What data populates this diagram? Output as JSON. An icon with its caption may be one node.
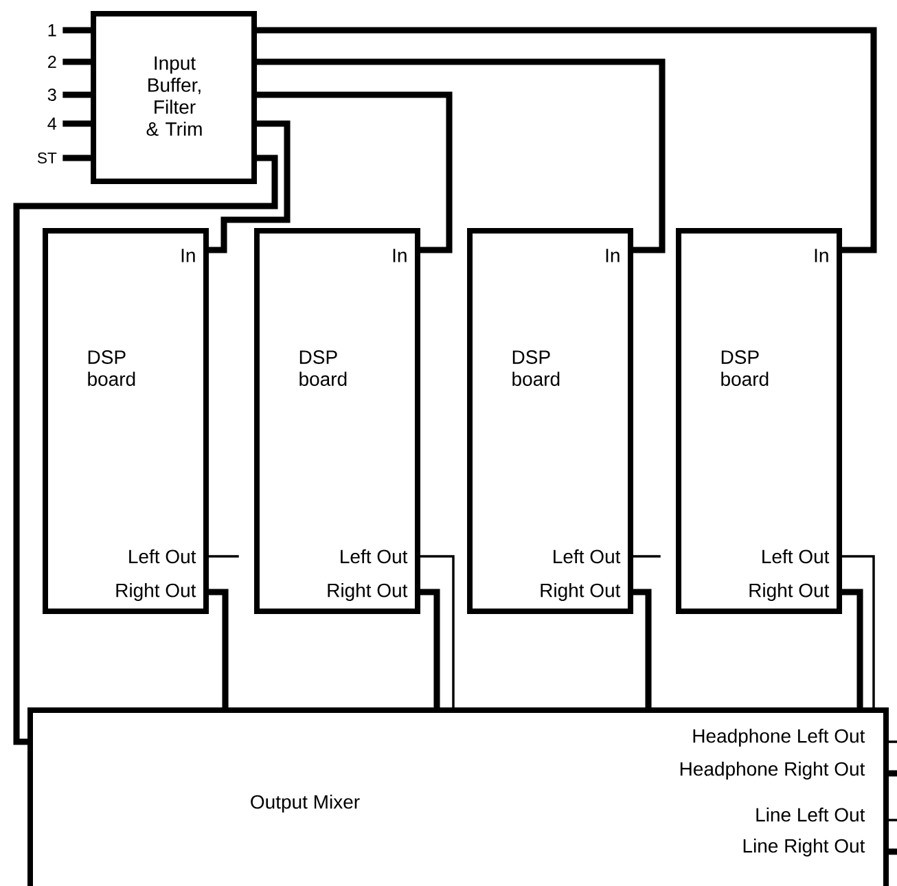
{
  "diagram": {
    "nodes": [
      {
        "text": [
          "1"
        ]
      },
      {
        "text": [
          "2"
        ]
      },
      {
        "text": [
          "3"
        ]
      },
      {
        "text": [
          "4"
        ]
      },
      {
        "text": [
          "ST"
        ]
      },
      {
        "text": [
          "Input Buffer, Filter & Trim"
        ]
      },
      {
        "text": [
          "In",
          "DSP board",
          "Left Out",
          "Right Out"
        ]
      },
      {
        "text": [
          "In",
          "DSP board",
          "Left Out",
          "Right Out"
        ]
      },
      {
        "text": [
          "In",
          "DSP board",
          "Left Out",
          "Right Out"
        ]
      },
      {
        "text": [
          "In",
          "DSP board",
          "Left Out",
          "Right Out"
        ]
      },
      {
        "text": [
          "Output Mixer",
          "Headphone Left Out",
          "Headphone Right Out",
          "Line Left Out",
          "Line Right Out"
        ]
      }
    ],
    "edges": [
      {
        "from": 0,
        "to": 5,
        "arrow": "none"
      },
      {
        "from": 1,
        "to": 5,
        "arrow": "none"
      },
      {
        "from": 2,
        "to": 5,
        "arrow": "none"
      },
      {
        "from": 3,
        "to": 5,
        "arrow": "none"
      },
      {
        "from": 4,
        "to": 5,
        "arrow": "none"
      },
      {
        "from": 5,
        "to": 9,
        "arrow": "none"
      },
      {
        "from": 5,
        "to": 8,
        "arrow": "none"
      },
      {
        "from": 5,
        "to": 7,
        "arrow": "none"
      },
      {
        "from": 5,
        "to": 6,
        "arrow": "none"
      },
      {
        "from": 5,
        "to": 10,
        "arrow": "none"
      },
      {
        "from": 6,
        "to": null,
        "arrow": "none"
      },
      {
        "from": 6,
        "to": 10,
        "arrow": "none"
      },
      {
        "from": 7,
        "to": 10,
        "arrow": "none"
      },
      {
        "from": 7,
        "to": 10,
        "arrow": "none"
      },
      {
        "from": 8,
        "to": null,
        "arrow": "none"
      },
      {
        "from": 8,
        "to": 10,
        "arrow": "none"
      },
      {
        "from": 9,
        "to": 10,
        "arrow": "none"
      },
      {
        "from": 9,
        "to": 10,
        "arrow": "none"
      },
      {
        "from": 10,
        "to": null,
        "arrow": "none"
      },
      {
        "from": 10,
        "to": null,
        "arrow": "none"
      },
      {
        "from": 10,
        "to": null,
        "arrow": "none"
      },
      {
        "from": 10,
        "to": null,
        "arrow": "none"
      }
    ]
  }
}
